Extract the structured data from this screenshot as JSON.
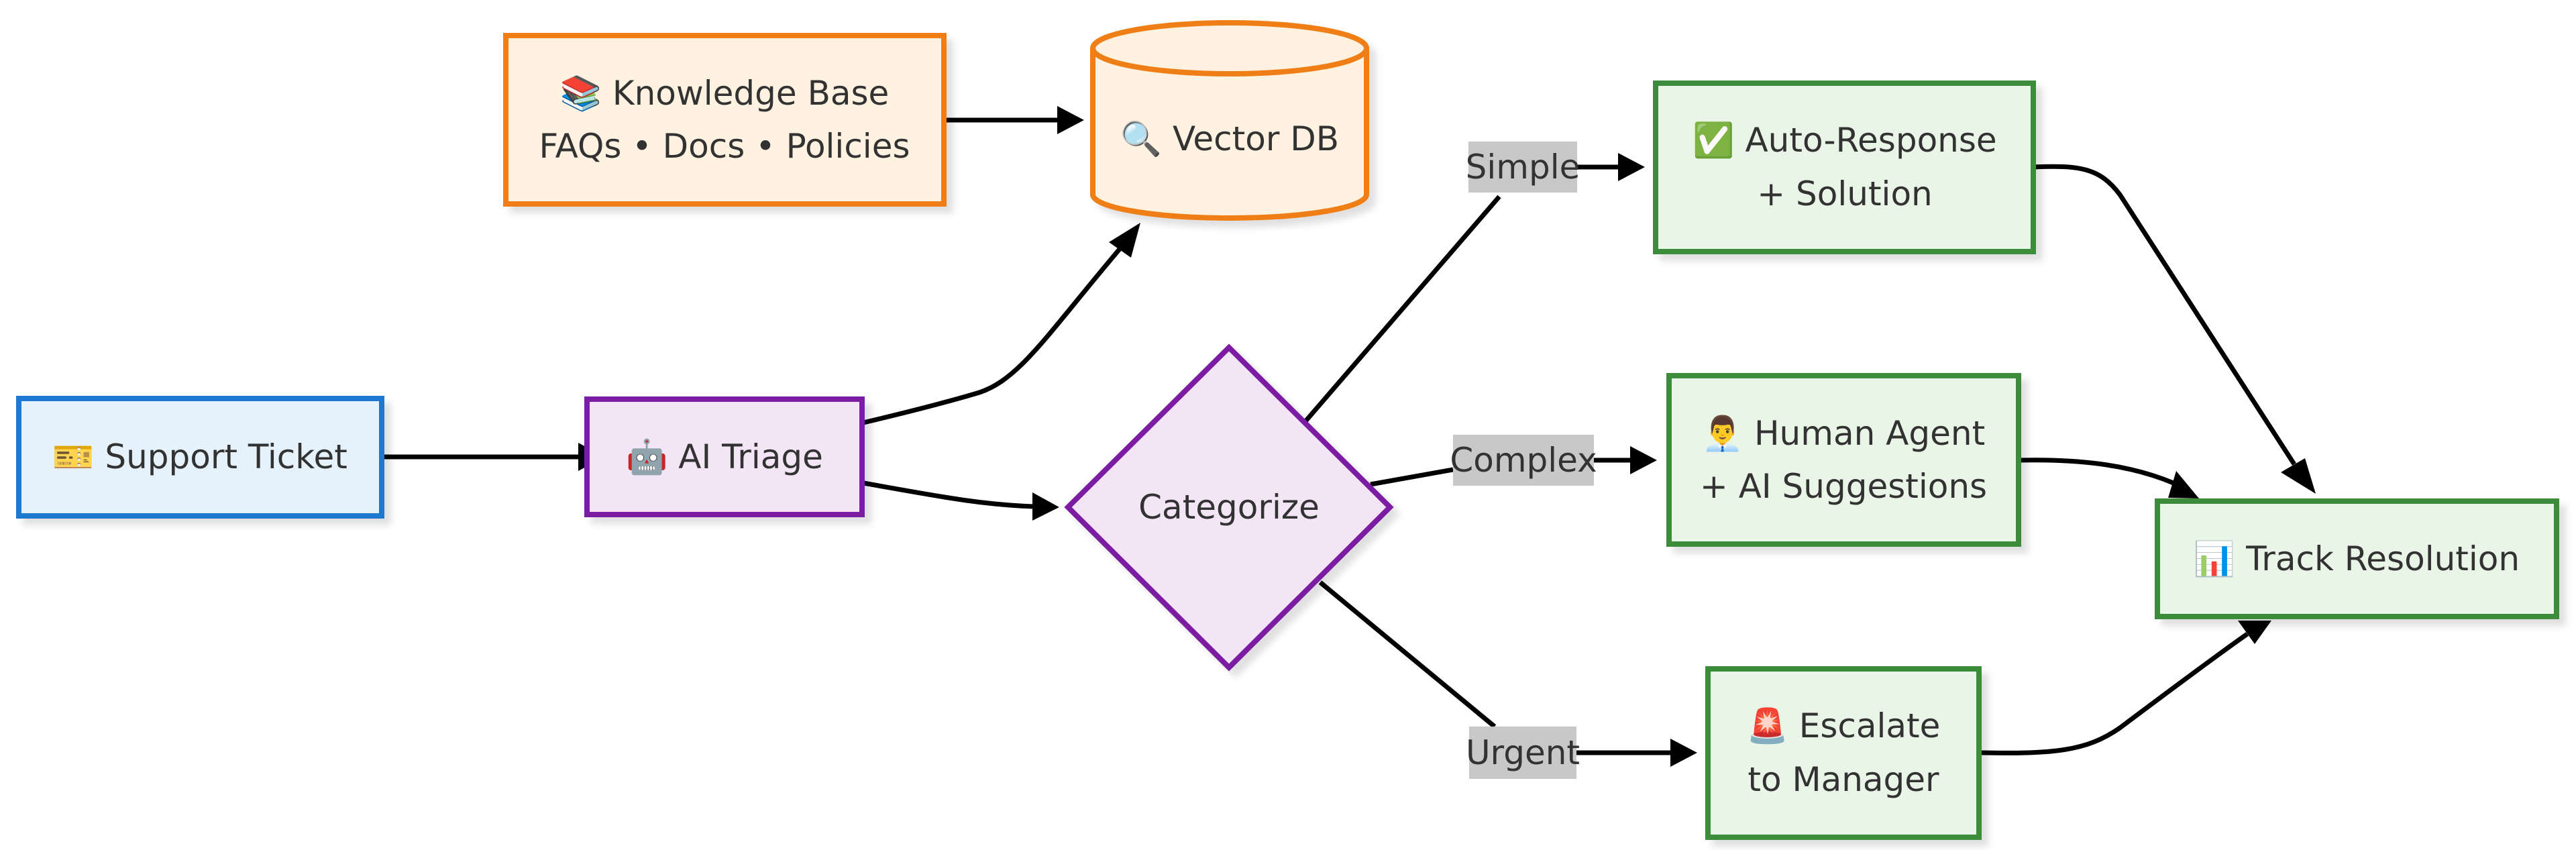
{
  "diagram": {
    "type": "flowchart",
    "colors": {
      "blue_border": "#1f78d1",
      "blue_fill": "#e6f2fb",
      "purple_border": "#7b1fa2",
      "purple_fill": "#f3e5f5",
      "orange_border": "#f07e12",
      "orange_fill": "#fff2e0",
      "green_border": "#3b8c3b",
      "green_fill": "#e9f5e6",
      "label_bg": "#c8c8c8",
      "edge": "#000000"
    },
    "nodes": {
      "support_ticket": {
        "icon": "ticket-icon",
        "lines": [
          "🎫 Support Ticket"
        ]
      },
      "ai_triage": {
        "icon": "robot-icon",
        "lines": [
          "🤖 AI Triage"
        ]
      },
      "knowledge_base": {
        "icon": "books-icon",
        "lines": [
          "📚 Knowledge Base",
          "FAQs • Docs • Policies"
        ]
      },
      "vector_db": {
        "icon": "magnifier-icon",
        "lines": [
          "🔍 Vector DB"
        ]
      },
      "categorize": {
        "lines": [
          "Categorize"
        ]
      },
      "auto_response": {
        "icon": "check-icon",
        "lines": [
          "✅ Auto-Response",
          "+ Solution"
        ]
      },
      "human_agent": {
        "icon": "person-icon",
        "lines": [
          "👨‍💼 Human Agent",
          "+ AI Suggestions"
        ]
      },
      "escalate": {
        "icon": "siren-icon",
        "lines": [
          "🚨 Escalate",
          "to Manager"
        ]
      },
      "track_resolution": {
        "icon": "bar-chart-icon",
        "lines": [
          "📊 Track Resolution"
        ]
      }
    },
    "edge_labels": {
      "simple": "Simple",
      "complex": "Complex",
      "urgent": "Urgent"
    }
  }
}
